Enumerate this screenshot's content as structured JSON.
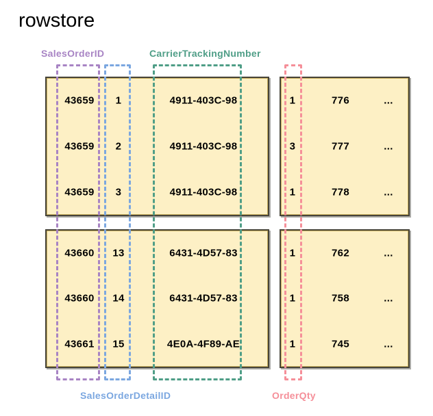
{
  "title": "rowstore",
  "column_labels": {
    "sales_order_id": "SalesOrderID",
    "carrier_tracking_number": "CarrierTrackingNumber",
    "sales_order_detail_id": "SalesOrderDetailID",
    "order_qty": "OrderQty"
  },
  "colors": {
    "purple": "#a884c4",
    "blue": "#7ba7e0",
    "teal": "#4f9e87",
    "pink": "#f58f99",
    "box_fill": "#fdf0c5",
    "box_border": "#474439",
    "title_text": "#000000"
  },
  "tables": {
    "top_left": {
      "rows": [
        {
          "c0": "43659",
          "c1": "1",
          "c2": "4911-403C-98"
        },
        {
          "c0": "43659",
          "c1": "2",
          "c2": "4911-403C-98"
        },
        {
          "c0": "43659",
          "c1": "3",
          "c2": "4911-403C-98"
        }
      ]
    },
    "top_right": {
      "rows": [
        {
          "c0": "1",
          "c1": "776",
          "c2": "..."
        },
        {
          "c0": "3",
          "c1": "777",
          "c2": "..."
        },
        {
          "c0": "1",
          "c1": "778",
          "c2": "..."
        }
      ]
    },
    "bottom_left": {
      "rows": [
        {
          "c0": "43660",
          "c1": "13",
          "c2": "6431-4D57-83"
        },
        {
          "c0": "43660",
          "c1": "14",
          "c2": "6431-4D57-83"
        },
        {
          "c0": "43661",
          "c1": "15",
          "c2": "4E0A-4F89-AE"
        }
      ]
    },
    "bottom_right": {
      "rows": [
        {
          "c0": "1",
          "c1": "762",
          "c2": "..."
        },
        {
          "c0": "1",
          "c1": "758",
          "c2": "..."
        },
        {
          "c0": "1",
          "c1": "745",
          "c2": "..."
        }
      ]
    }
  }
}
